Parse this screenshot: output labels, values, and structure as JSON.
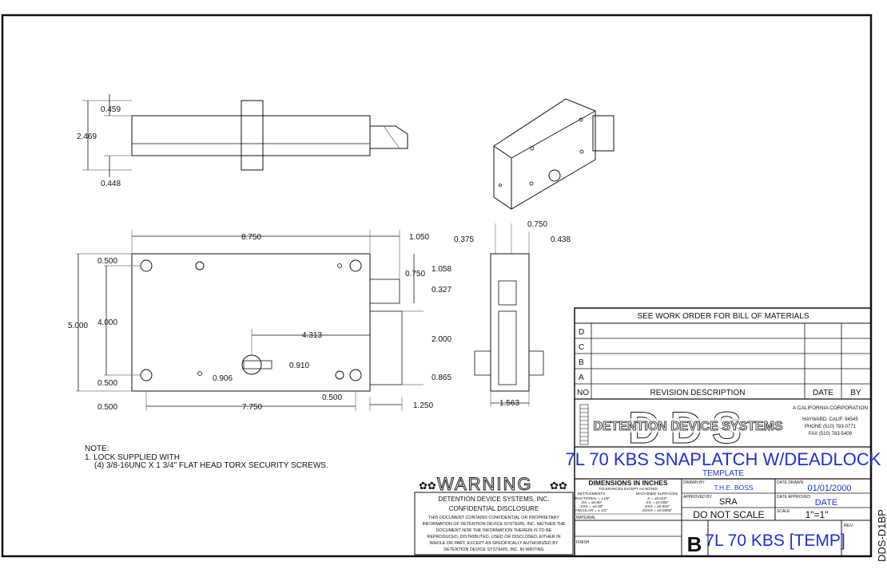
{
  "sheet_code": "DDS-D1BP",
  "side_view": {
    "dims": [
      "0.459",
      "2.469",
      "0.448"
    ]
  },
  "front_view": {
    "dims": {
      "width": "8.750",
      "right_offset": "1.050",
      "top": "0.500",
      "height": "5.000",
      "inner": "4.000",
      "bottom": "0.500",
      "left": "0.500",
      "hole_span": "7.750",
      "cam_x": "4.313",
      "cam_y": "0.910",
      "cam_small": "0.906",
      "bolt_gap": "0.500",
      "bolt_ext": "1.250",
      "d_0750": "0.750",
      "d_1058": "1.058",
      "d_0327": "0.327",
      "d_2000": "2.000",
      "d_0865": "0.865"
    }
  },
  "end_view": {
    "dims": {
      "a": "0.375",
      "b": "0.750",
      "c": "0.438",
      "d": "1.563"
    }
  },
  "note": {
    "title": "NOTE:",
    "line1": "1. LOCK SUPPLIED WITH",
    "line2": "(4) 3/8-16UNC X 1 3/4\" FLAT HEAD TORX SECURITY SCREWS."
  },
  "warning": {
    "title": "WARNING",
    "company": "DETENTION DEVICE SYSTEMS, INC.",
    "heading": "CONFIDENTIAL DISCLOSURE",
    "body": [
      "THIS DOCUMENT CONTAINS CONFIDENTIAL OR PROPRIETARY",
      "INFORMATION OF DETENTION DEVICE SYSTEMS, INC. NEITHER THE",
      "DOCUMENT NOR THE INFORMATION THEREIN IS TO BE",
      "REPRODUCED, DISTRIBUTED, USED OR DISCLOSED, EITHER IN",
      "WHOLE OR PART, EXCEPT AS SPECIFICALLY AUTHORIZED BY",
      "DETENTION DEVICE SYSTEMS, INC. IN WRITING"
    ]
  },
  "title_block": {
    "bom_note": "SEE WORK ORDER FOR BILL OF MATERIALS",
    "revision_rows": [
      "D",
      "C",
      "B",
      "A"
    ],
    "rev_header": {
      "no": "NO",
      "desc": "REVISION DESCRIPTION",
      "date": "DATE",
      "by": "BY"
    },
    "company_name": "DETENTION DEVICE SYSTEMS",
    "company_logo": "DDS",
    "company_info": [
      "A CALIFORNIA CORPORATION",
      "HAYWARD, CALIF. 94545",
      "PHONE (510) 783-0771",
      "FAX (510) 783-5409"
    ],
    "drawing_title": "7L 70 KBS SNAPLATCH W/DEADLOCK",
    "drawing_subtitle": "TEMPLATE",
    "dimensions_label": "DIMENSIONS IN INCHES",
    "tolerances_label": "TOLERANCES EXCEPT AS NOTED",
    "tol_left": [
      "SETTLEMENTS",
      "FRACTIONAL = ±1/8\"",
      ".XX = ±0.60\"",
      ".XXX = ±0.30\"",
      "ANGULAR = ± 1/2°"
    ],
    "tol_right": [
      "MACHINED SURFACES",
      ".X = ±0.010\"",
      ".XX = ±0.005\"",
      ".XXX = ±0.002\"",
      ".XXXX = ±0.0005\""
    ],
    "material_label": "MATERIAL",
    "finish_label": "FINISH",
    "drawn_by_label": "DRAWN BY",
    "drawn_by": "T.H.E. BOSS",
    "approved_by_label": "APPROVED BY",
    "approved_by": "SRA",
    "date_drawn_label": "DATE DRAWN",
    "date_drawn": "01/01/2000",
    "date_approved_label": "DATE APPROVED",
    "date_approved": "DATE",
    "do_not_scale": "DO NOT SCALE",
    "scale_label": "SCALE",
    "scale": "1\"=1\"",
    "size": "B",
    "drawing_no": "7L 70 KBS [TEMP]",
    "rev_label": "REV."
  },
  "colors": {
    "accent": "#1f2fd6",
    "line": "#111111"
  }
}
